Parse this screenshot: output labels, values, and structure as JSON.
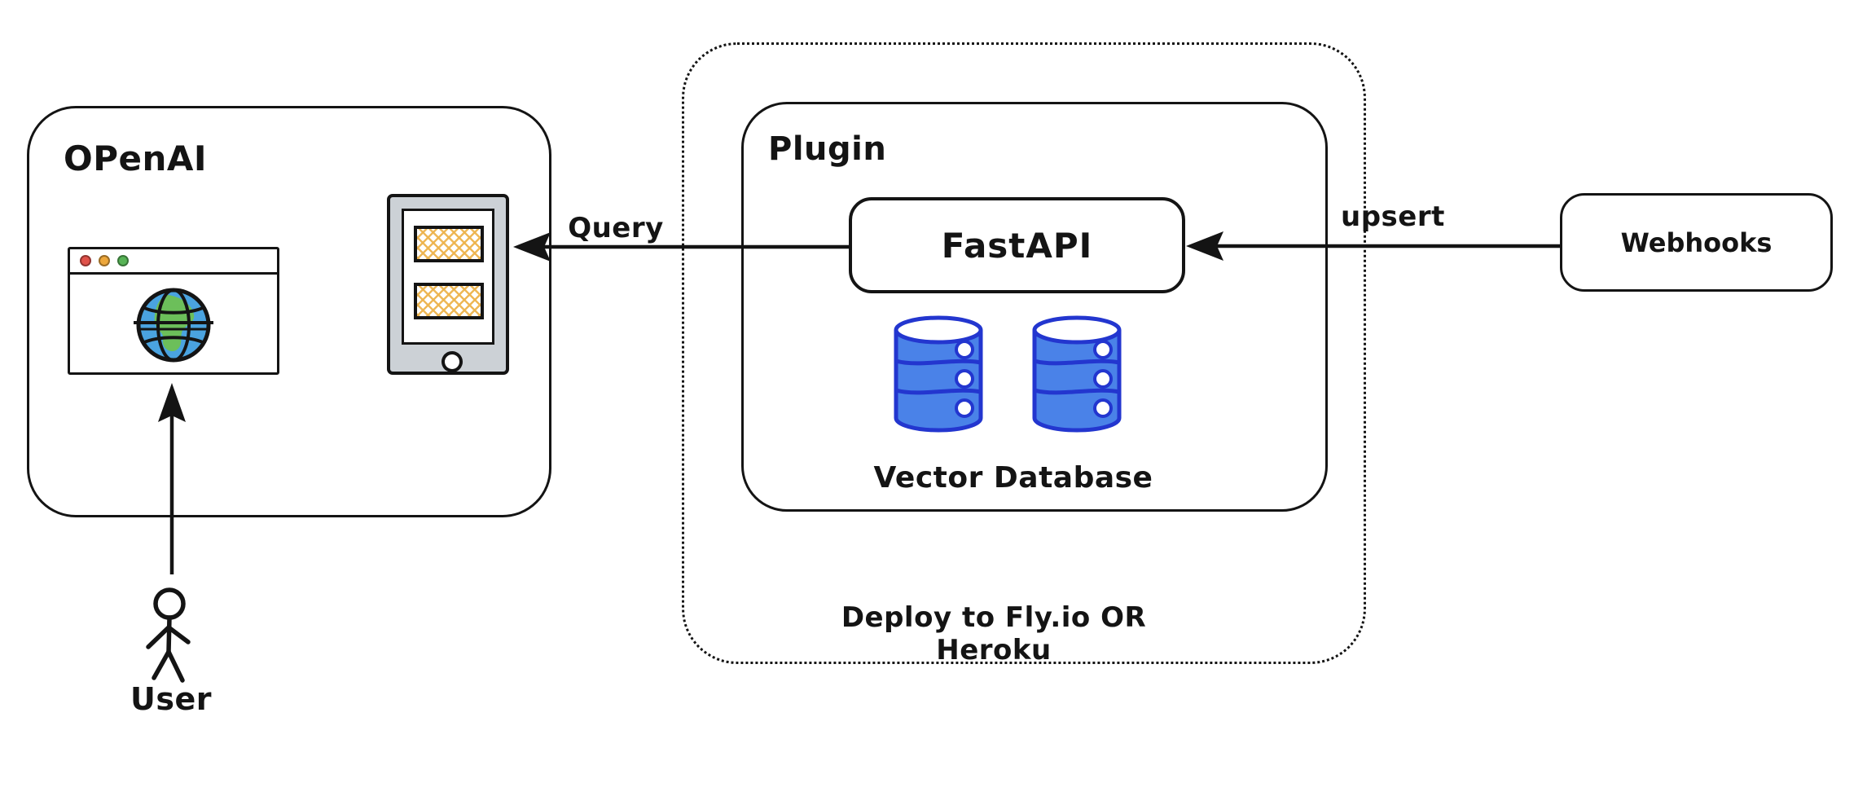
{
  "openai": {
    "label": "OPenAI"
  },
  "user": {
    "label": "User"
  },
  "plugin": {
    "label": "Plugin"
  },
  "fastapi": {
    "label": "FastAPI"
  },
  "vector_database": {
    "label": "Vector Database",
    "cylinder_count": 2
  },
  "deploy_note": {
    "label": "Deploy to Fly.io OR Heroku"
  },
  "webhooks": {
    "label": "Webhooks"
  },
  "arrows": {
    "query": {
      "label": "Query",
      "from": "FastAPI",
      "to": "OpenAI tablet"
    },
    "upsert": {
      "label": "upsert",
      "from": "Webhooks",
      "to": "FastAPI"
    },
    "user_to_browser": {
      "label": "",
      "from": "User",
      "to": "Browser window"
    }
  },
  "icons": [
    "browser-icon",
    "globe-icon",
    "tablet-icon",
    "database-icon",
    "stick-figure-icon",
    "home-button-icon",
    "traffic-light-red-icon",
    "traffic-light-amber-icon",
    "traffic-light-green-icon"
  ],
  "colors": {
    "ink": "#141414",
    "database_fill": "#4a82e8",
    "database_stroke": "#2336cf",
    "hatch_orange": "#edb44e",
    "tablet_gray": "#ccd1d6",
    "globe_blue": "#4aa3e0",
    "globe_green": "#6cbf5a",
    "traffic_red": "#e0524a",
    "traffic_amber": "#eda73b",
    "traffic_green": "#57b356"
  }
}
